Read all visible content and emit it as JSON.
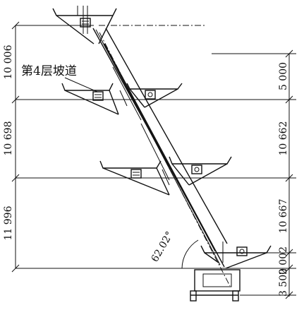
{
  "left_dims": [
    {
      "id": "dim-left-1",
      "label": "10 006"
    },
    {
      "id": "dim-left-2",
      "label": "10 698"
    },
    {
      "id": "dim-left-3",
      "label": "11 996"
    }
  ],
  "right_dims": [
    {
      "id": "dim-right-1",
      "label": "5 000"
    },
    {
      "id": "dim-right-2",
      "label": "10 662"
    },
    {
      "id": "dim-right-3",
      "label": "10 667"
    },
    {
      "id": "dim-right-4",
      "label": "2 002"
    },
    {
      "id": "dim-right-5",
      "label": "3 500"
    }
  ],
  "ramp_label": "第4层坡道",
  "angle_label": "62.02°"
}
